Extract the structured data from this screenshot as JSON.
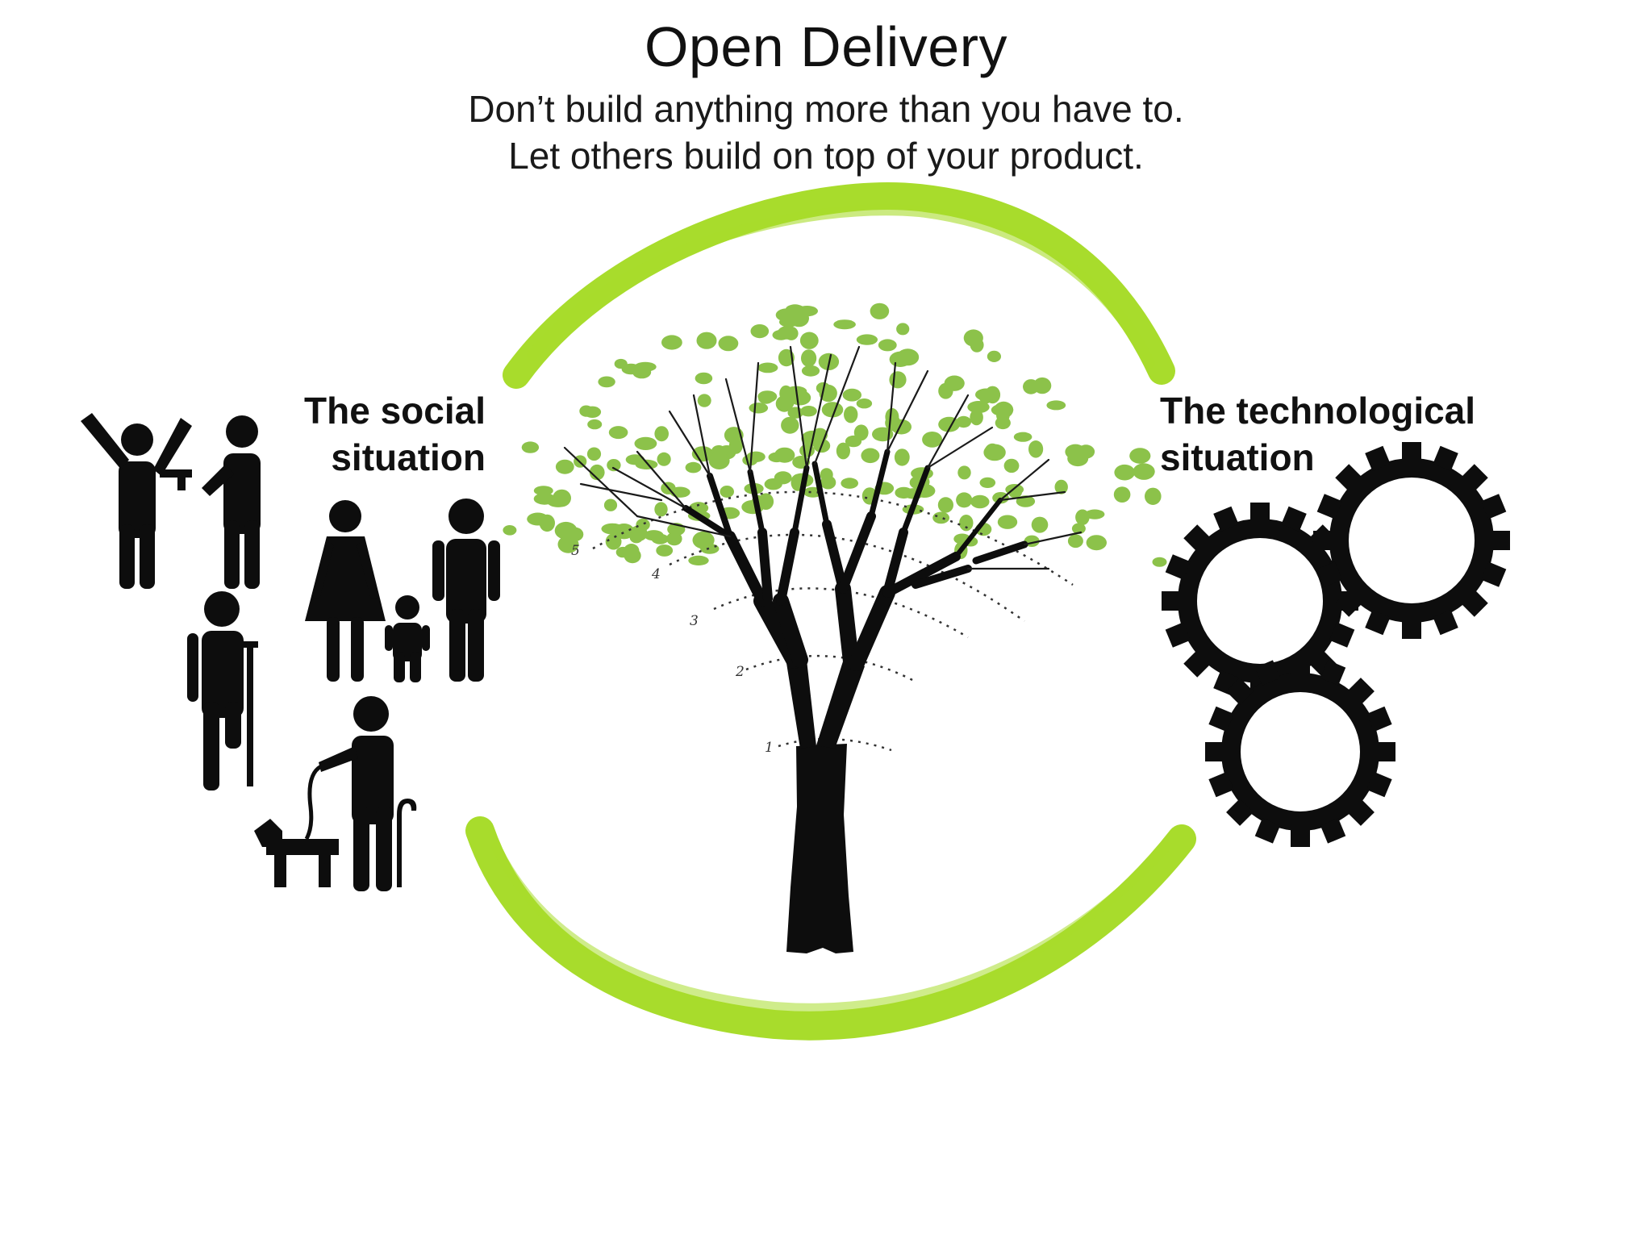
{
  "header": {
    "title": "Open Delivery",
    "subtitle_line1": "Don’t build anything more than you have to.",
    "subtitle_line2": "Let others build on top of your product."
  },
  "labels": {
    "social_line1": "The social",
    "social_line2": "situation",
    "tech_line1": "The technological",
    "tech_line2": "situation"
  },
  "tree_levels": [
    "1",
    "2",
    "3",
    "4",
    "5"
  ],
  "colors": {
    "ring": "#a8dc2c",
    "leaf": "#8cc24a",
    "ink": "#0d0d0d"
  },
  "icons": [
    "people-icon-group",
    "tree-illustration",
    "gears-icon-group"
  ]
}
